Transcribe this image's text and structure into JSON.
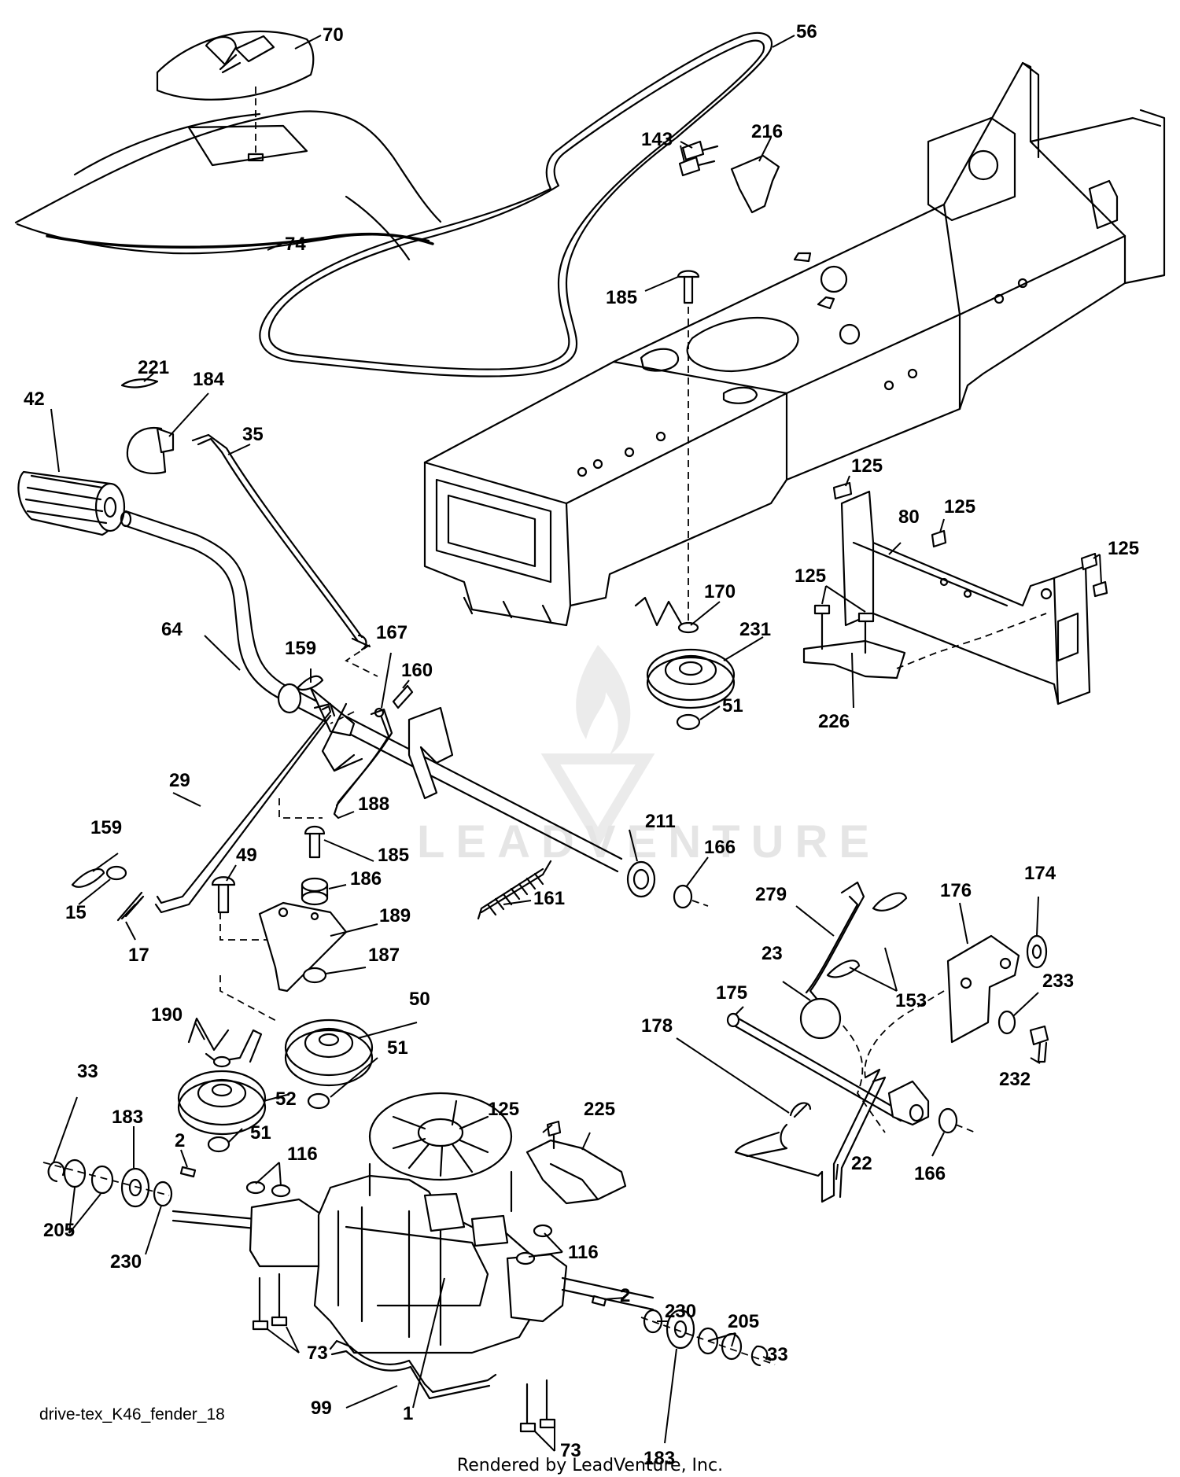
{
  "diagram": {
    "part_callouts": [
      {
        "id": "c70",
        "text": "70"
      },
      {
        "id": "c56",
        "text": "56"
      },
      {
        "id": "c143",
        "text": "143"
      },
      {
        "id": "c216",
        "text": "216"
      },
      {
        "id": "c74",
        "text": "74"
      },
      {
        "id": "c185a",
        "text": "185"
      },
      {
        "id": "c221",
        "text": "221"
      },
      {
        "id": "c184",
        "text": "184"
      },
      {
        "id": "c42",
        "text": "42"
      },
      {
        "id": "c35",
        "text": "35"
      },
      {
        "id": "c125a",
        "text": "125"
      },
      {
        "id": "c125b",
        "text": "125"
      },
      {
        "id": "c80",
        "text": "80"
      },
      {
        "id": "c125c",
        "text": "125"
      },
      {
        "id": "c125d",
        "text": "125"
      },
      {
        "id": "c170",
        "text": "170"
      },
      {
        "id": "c231",
        "text": "231"
      },
      {
        "id": "c64",
        "text": "64"
      },
      {
        "id": "c167",
        "text": "167"
      },
      {
        "id": "c159a",
        "text": "159"
      },
      {
        "id": "c160",
        "text": "160"
      },
      {
        "id": "c51a",
        "text": "51"
      },
      {
        "id": "c226",
        "text": "226"
      },
      {
        "id": "c29",
        "text": "29"
      },
      {
        "id": "c188",
        "text": "188"
      },
      {
        "id": "c211",
        "text": "211"
      },
      {
        "id": "c166a",
        "text": "166"
      },
      {
        "id": "c159b",
        "text": "159"
      },
      {
        "id": "c185b",
        "text": "185"
      },
      {
        "id": "c49",
        "text": "49"
      },
      {
        "id": "c186",
        "text": "186"
      },
      {
        "id": "c15",
        "text": "15"
      },
      {
        "id": "c161",
        "text": "161"
      },
      {
        "id": "c176",
        "text": "176"
      },
      {
        "id": "c174",
        "text": "174"
      },
      {
        "id": "c279",
        "text": "279"
      },
      {
        "id": "c189",
        "text": "189"
      },
      {
        "id": "c17",
        "text": "17"
      },
      {
        "id": "c187",
        "text": "187"
      },
      {
        "id": "c23",
        "text": "23"
      },
      {
        "id": "c153",
        "text": "153"
      },
      {
        "id": "c233",
        "text": "233"
      },
      {
        "id": "c175",
        "text": "175"
      },
      {
        "id": "c50",
        "text": "50"
      },
      {
        "id": "c190",
        "text": "190"
      },
      {
        "id": "c178",
        "text": "178"
      },
      {
        "id": "c51b",
        "text": "51"
      },
      {
        "id": "c232",
        "text": "232"
      },
      {
        "id": "c33a",
        "text": "33"
      },
      {
        "id": "c52",
        "text": "52"
      },
      {
        "id": "c125e",
        "text": "125"
      },
      {
        "id": "c225",
        "text": "225"
      },
      {
        "id": "c183a",
        "text": "183"
      },
      {
        "id": "c51c",
        "text": "51"
      },
      {
        "id": "c22",
        "text": "22"
      },
      {
        "id": "c166b",
        "text": "166"
      },
      {
        "id": "c2a",
        "text": "2"
      },
      {
        "id": "c116a",
        "text": "116"
      },
      {
        "id": "c205a",
        "text": "205"
      },
      {
        "id": "c230a",
        "text": "230"
      },
      {
        "id": "c116b",
        "text": "116"
      },
      {
        "id": "c73a",
        "text": "73"
      },
      {
        "id": "c2b",
        "text": "2"
      },
      {
        "id": "c230b",
        "text": "230"
      },
      {
        "id": "c205b",
        "text": "205"
      },
      {
        "id": "c1",
        "text": "1"
      },
      {
        "id": "c33b",
        "text": "33"
      },
      {
        "id": "c99",
        "text": "99"
      },
      {
        "id": "c73b",
        "text": "73"
      },
      {
        "id": "c183b",
        "text": "183"
      }
    ],
    "drawing_reference": "drive-tex_K46_fender_18",
    "footer": "Rendered by LeadVenture, Inc.",
    "watermark": "LEADVENTURE"
  }
}
